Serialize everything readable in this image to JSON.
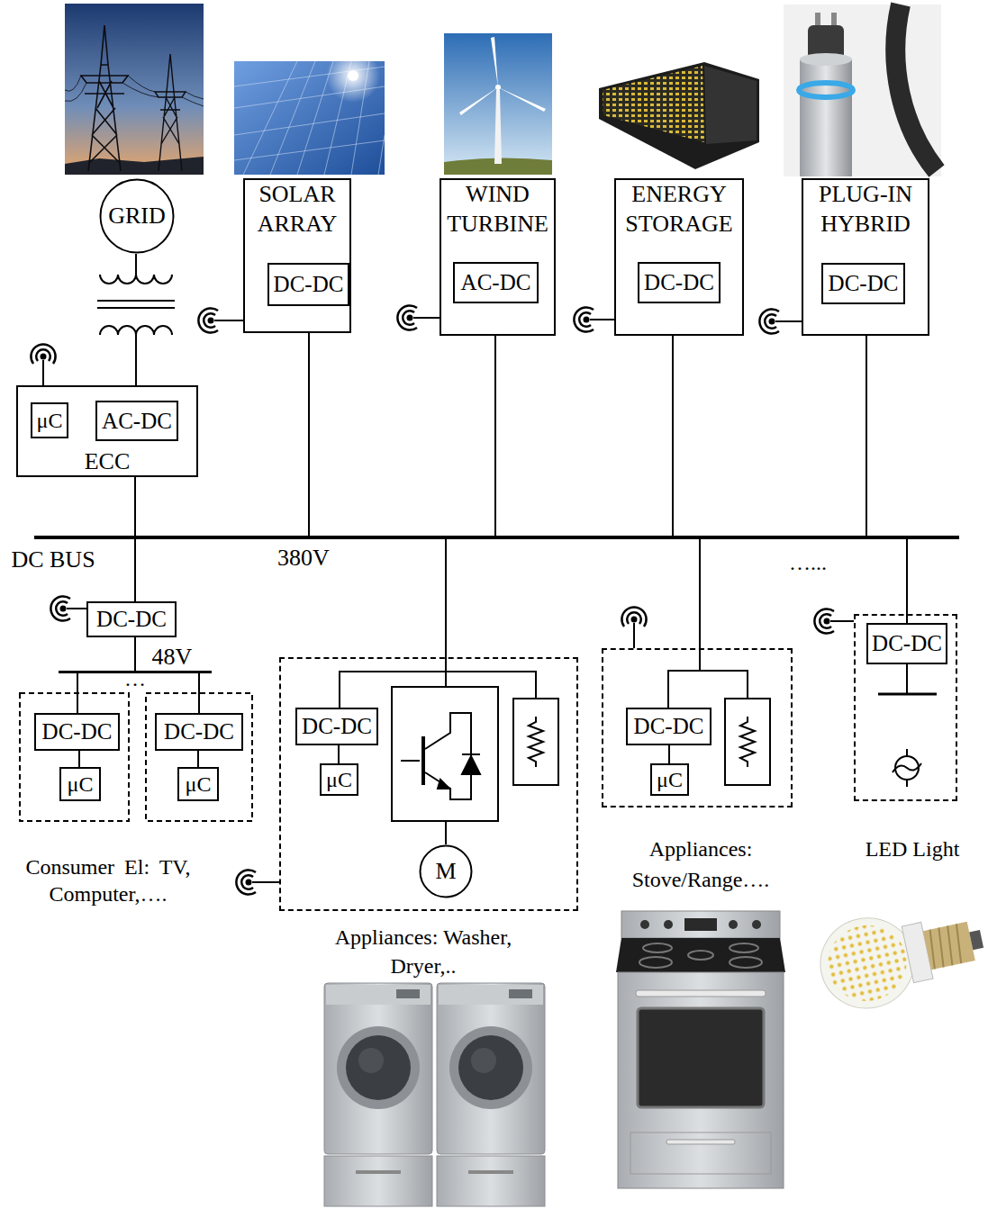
{
  "diagram": {
    "nodes": [
      {
        "text": [
          "GRID"
        ]
      },
      {
        "text": [
          "SOLAR ARRAY"
        ]
      },
      {
        "text": [
          "DC-DC"
        ],
        "in": 1
      },
      {
        "text": [
          "WIND TURBINE"
        ]
      },
      {
        "text": [
          "AC-DC"
        ],
        "in": 3
      },
      {
        "text": [
          "ENERGY STORAGE"
        ]
      },
      {
        "text": [
          "DC-DC"
        ],
        "in": 5
      },
      {
        "text": [
          "PLUG-IN HYBRID"
        ]
      },
      {
        "text": [
          "DC-DC"
        ],
        "in": 7
      },
      {
        "text": [
          "ECC"
        ]
      },
      {
        "text": [
          "μC"
        ],
        "in": 9
      },
      {
        "text": [
          "AC-DC"
        ],
        "in": 9
      },
      {
        "text": [
          "DC BUS",
          "380V"
        ]
      },
      {
        "text": [
          "DC-DC"
        ]
      },
      {
        "text": [
          "48V"
        ]
      },
      {
        "text": [
          "DC-DC"
        ]
      },
      {
        "text": [
          "μC"
        ]
      },
      {
        "text": [
          "DC-DC"
        ]
      },
      {
        "text": [
          "μC"
        ]
      },
      {
        "text": [
          "Appliances: Washer, Dryer,.."
        ]
      },
      {
        "text": [
          "DC-DC"
        ],
        "in": 19
      },
      {
        "text": [
          "μC"
        ],
        "in": 19
      },
      {
        "text": [
          "M"
        ],
        "in": 19
      },
      {
        "text": [
          "Appliances: Stove/Range…."
        ]
      },
      {
        "text": [
          "DC-DC"
        ],
        "in": 23
      },
      {
        "text": [
          "μC"
        ],
        "in": 23
      },
      {
        "text": [
          "LED Light"
        ]
      },
      {
        "text": [
          "DC-DC"
        ],
        "in": 26
      }
    ],
    "edges": [
      {
        "from": 0,
        "to": 9,
        "arrow": "none"
      },
      {
        "from": 9,
        "to": 12,
        "arrow": "none"
      },
      {
        "from": 1,
        "to": 12,
        "arrow": "none"
      },
      {
        "from": 3,
        "to": 12,
        "arrow": "none"
      },
      {
        "from": 5,
        "to": 12,
        "arrow": "none"
      },
      {
        "from": 7,
        "to": 12,
        "arrow": "none"
      },
      {
        "from": 12,
        "to": 13,
        "arrow": "none"
      },
      {
        "from": 13,
        "to": 14,
        "arrow": "none"
      },
      {
        "from": 14,
        "to": 15,
        "arrow": "none"
      },
      {
        "from": 14,
        "to": 17,
        "arrow": "none"
      },
      {
        "from": 15,
        "to": 16,
        "arrow": "none"
      },
      {
        "from": 17,
        "to": 18,
        "arrow": "none"
      },
      {
        "from": 12,
        "to": 20,
        "arrow": "none"
      },
      {
        "from": 20,
        "to": 21,
        "arrow": "none"
      },
      {
        "from": 12,
        "to": 24,
        "arrow": "none"
      },
      {
        "from": 24,
        "to": 25,
        "arrow": "none"
      },
      {
        "from": 12,
        "to": 27,
        "arrow": "none"
      }
    ],
    "labels": [
      "Consumer El: TV, Computer,….",
      "…...",
      "…"
    ]
  }
}
